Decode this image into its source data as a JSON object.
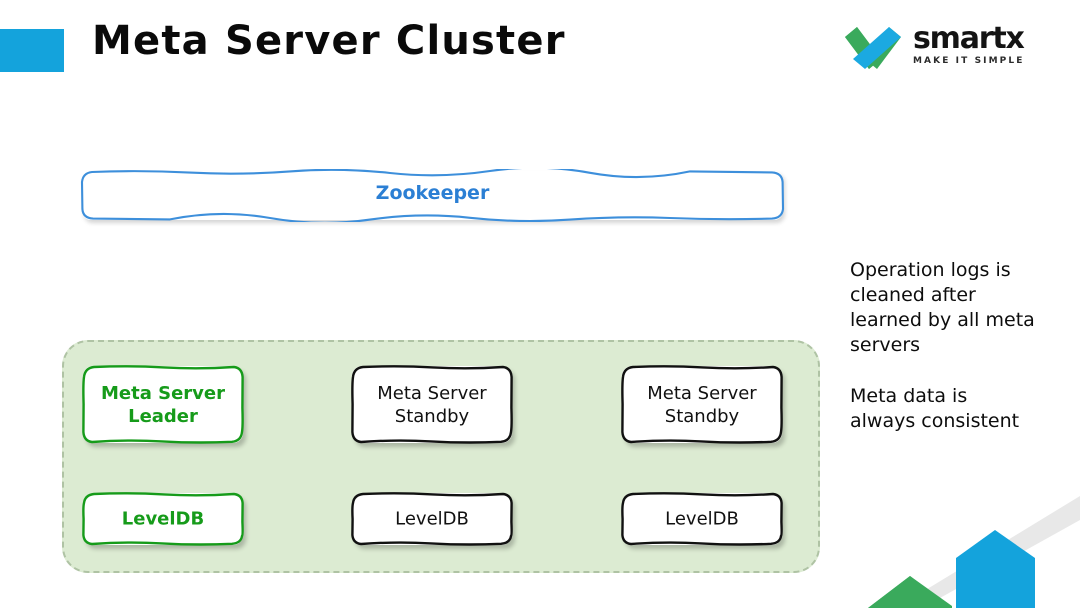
{
  "slide": {
    "title": "Meta Server Cluster",
    "accent_color": "#14A3DC"
  },
  "brand": {
    "name": "smartx",
    "tagline": "MAKE IT SIMPLE",
    "mark_colors": {
      "green": "#3AAA5C",
      "blue": "#1BA9E1"
    }
  },
  "coordination": {
    "label": "Zookeeper",
    "border_color": "#3D8FDB",
    "text_color": "#2B7FD4"
  },
  "cluster": {
    "fill_color": "#DCEBD2",
    "border_color": "#AFC3A4",
    "nodes": [
      {
        "id": "node-1",
        "role": "leader",
        "server_label": "Meta Server\nLeader",
        "db_label": "LevelDB",
        "accent_color": "#169B1A"
      },
      {
        "id": "node-2",
        "role": "standby",
        "server_label": "Meta Server\nStandby",
        "db_label": "LevelDB",
        "accent_color": "#111111"
      },
      {
        "id": "node-3",
        "role": "standby",
        "server_label": "Meta Server\nStandby",
        "db_label": "LevelDB",
        "accent_color": "#111111"
      }
    ]
  },
  "notes": [
    "Operation logs  is\ncleaned after\nlearned by all meta\nservers",
    "Meta data is\nalways consistent"
  ],
  "decoration": {
    "green": "#3AAA5C",
    "blue": "#14A3DC",
    "gray": "#E8E8E8"
  }
}
